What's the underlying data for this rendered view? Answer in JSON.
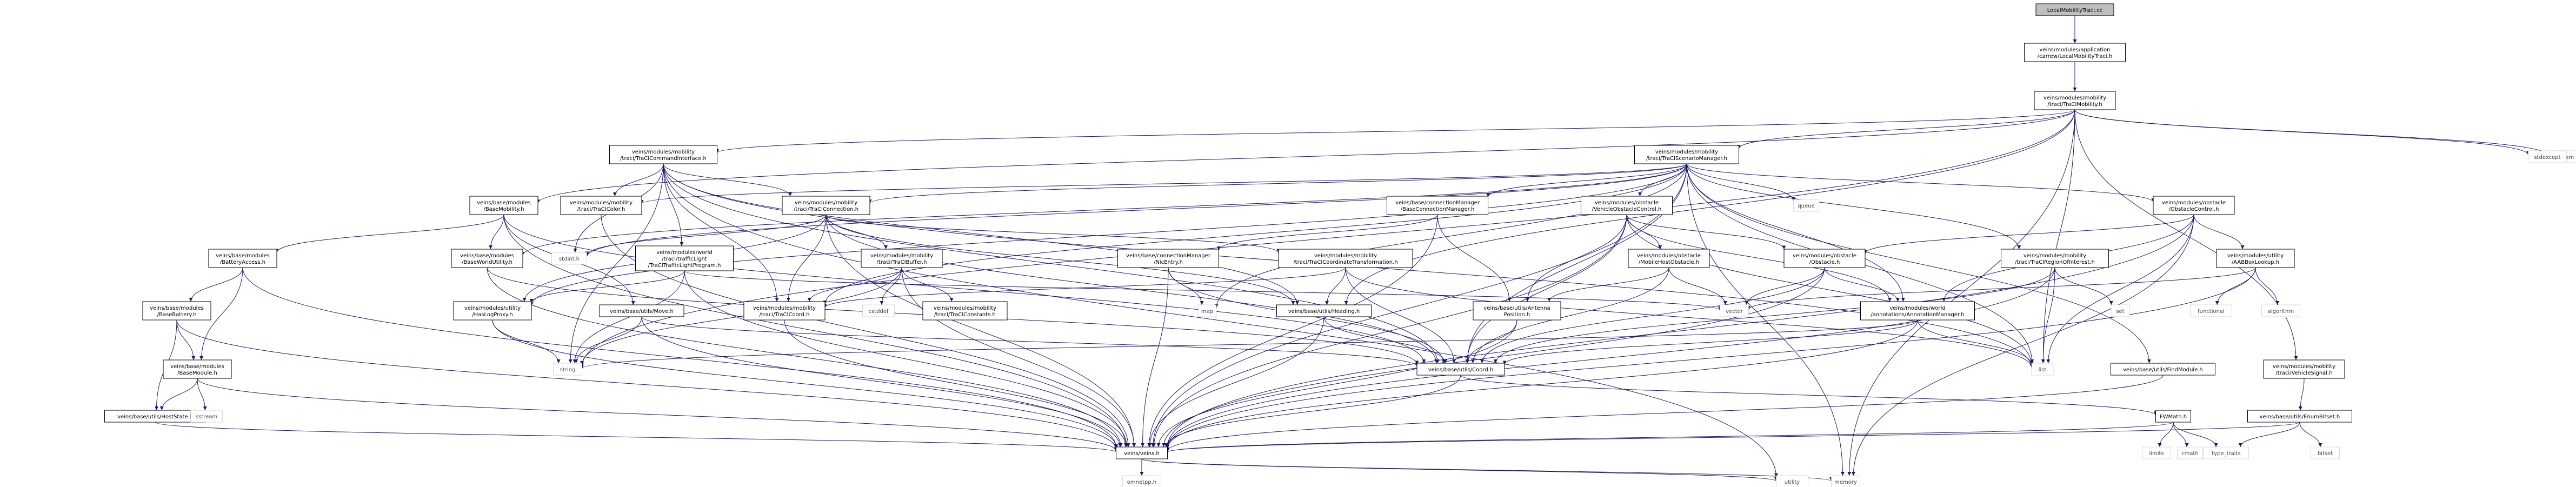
{
  "colors": {
    "edge": "#191970",
    "root_fill": "#bfbfbf",
    "node_border": "#000000",
    "std_border": "#bfbfbf"
  },
  "nodes": [
    {
      "id": "root",
      "kind": "root",
      "lines": [
        "LocalMobilityTraci.cc"
      ]
    },
    {
      "id": "lmt",
      "kind": "normal",
      "lines": [
        "veins/modules/application",
        "/carrew/LocalMobilityTraci.h"
      ]
    },
    {
      "id": "tcm",
      "kind": "normal",
      "lines": [
        "veins/modules/mobility",
        "/traci/TraCIMobility.h"
      ]
    },
    {
      "id": "tci",
      "kind": "normal",
      "lines": [
        "veins/modules/mobility",
        "/traci/TraCICommandInterface.h"
      ]
    },
    {
      "id": "tsm",
      "kind": "normal",
      "lines": [
        "veins/modules/mobility",
        "/traci/TraCIScenarioManager.h"
      ]
    },
    {
      "id": "fstream",
      "kind": "std",
      "lines": [
        "fstream"
      ]
    },
    {
      "id": "stdexcept",
      "kind": "std",
      "lines": [
        "stdexcept"
      ]
    },
    {
      "id": "bmob",
      "kind": "normal",
      "lines": [
        "veins/base/modules",
        "/BaseMobility.h"
      ]
    },
    {
      "id": "tcol",
      "kind": "normal",
      "lines": [
        "veins/modules/mobility",
        "/traci/TraCIColor.h"
      ]
    },
    {
      "id": "tcon",
      "kind": "normal",
      "lines": [
        "veins/modules/mobility",
        "/traci/TraCIConnection.h"
      ]
    },
    {
      "id": "wtl",
      "kind": "normal",
      "lines": [
        "veins/modules/world",
        "/traci/trafficLight",
        "/TraCITrafficLightProgram.h"
      ]
    },
    {
      "id": "bcm",
      "kind": "normal",
      "lines": [
        "veins/base/connectionManager",
        "/BaseConnectionManager.h"
      ]
    },
    {
      "id": "voc",
      "kind": "normal",
      "lines": [
        "veins/modules/obstacle",
        "/VehicleObstacleControl.h"
      ]
    },
    {
      "id": "queue",
      "kind": "std",
      "lines": [
        "queue"
      ]
    },
    {
      "id": "oc",
      "kind": "normal",
      "lines": [
        "veins/modules/obstacle",
        "/ObstacleControl.h"
      ]
    },
    {
      "id": "bacc",
      "kind": "normal",
      "lines": [
        "veins/base/modules",
        "/BatteryAccess.h"
      ]
    },
    {
      "id": "bwu",
      "kind": "normal",
      "lines": [
        "veins/base/modules",
        "/BaseWorldUtility.h"
      ]
    },
    {
      "id": "stdint",
      "kind": "std",
      "lines": [
        "stdint.h"
      ]
    },
    {
      "id": "tbuf",
      "kind": "normal",
      "lines": [
        "veins/modules/mobility",
        "/traci/TraCIBuffer.h"
      ]
    },
    {
      "id": "nic",
      "kind": "normal",
      "lines": [
        "veins/base/connectionManager",
        "/NicEntry.h"
      ]
    },
    {
      "id": "tct",
      "kind": "normal",
      "lines": [
        "veins/modules/mobility",
        "/traci/TraCICoordinateTransformation.h"
      ]
    },
    {
      "id": "mo",
      "kind": "normal",
      "lines": [
        "veins/modules/obstacle",
        "/MobileHostObstacle.h"
      ]
    },
    {
      "id": "obs",
      "kind": "normal",
      "lines": [
        "veins/modules/obstacle",
        "/Obstacle.h"
      ]
    },
    {
      "id": "roi",
      "kind": "normal",
      "lines": [
        "veins/modules/mobility",
        "/traci/TraCIRegionOfInterest.h"
      ]
    },
    {
      "id": "aabb",
      "kind": "normal",
      "lines": [
        "veins/modules/utility",
        "/AABBoxLookup.h"
      ]
    },
    {
      "id": "bbat",
      "kind": "normal",
      "lines": [
        "veins/base/modules",
        "/BaseBattery.h"
      ]
    },
    {
      "id": "mlp",
      "kind": "normal",
      "lines": [
        "veins/modules/utility",
        "/HasLogProxy.h"
      ]
    },
    {
      "id": "move",
      "kind": "normal",
      "lines": [
        "veins/base/utils/Move.h"
      ]
    },
    {
      "id": "tcc",
      "kind": "normal",
      "lines": [
        "veins/modules/mobility",
        "/traci/TraCICoord.h"
      ]
    },
    {
      "id": "cstddef",
      "kind": "std",
      "lines": [
        "cstddef"
      ]
    },
    {
      "id": "tconst",
      "kind": "normal",
      "lines": [
        "veins/modules/mobility",
        "/traci/TraCIConstants.h"
      ]
    },
    {
      "id": "map",
      "kind": "std",
      "lines": [
        "map"
      ]
    },
    {
      "id": "head",
      "kind": "normal",
      "lines": [
        "veins/base/utils/Heading.h"
      ]
    },
    {
      "id": "vector",
      "kind": "std",
      "lines": [
        "vector"
      ]
    },
    {
      "id": "ant",
      "kind": "normal",
      "lines": [
        "veins/base/utils/Antenna",
        "Position.h"
      ]
    },
    {
      "id": "ann",
      "kind": "normal",
      "lines": [
        "veins/modules/world",
        "/annotations/AnnotationManager.h"
      ]
    },
    {
      "id": "set",
      "kind": "std",
      "lines": [
        "set"
      ]
    },
    {
      "id": "functional",
      "kind": "std",
      "lines": [
        "functional"
      ]
    },
    {
      "id": "algorithm",
      "kind": "std",
      "lines": [
        "algorithm"
      ]
    },
    {
      "id": "bmod",
      "kind": "normal",
      "lines": [
        "veins/base/modules",
        "/BaseModule.h"
      ]
    },
    {
      "id": "string",
      "kind": "std",
      "lines": [
        "string"
      ]
    },
    {
      "id": "coord",
      "kind": "normal",
      "lines": [
        "veins/base/utils/Coord.h"
      ]
    },
    {
      "id": "list",
      "kind": "std",
      "lines": [
        "list"
      ]
    },
    {
      "id": "find",
      "kind": "normal",
      "lines": [
        "veins/base/utils/FindModule.h"
      ]
    },
    {
      "id": "vsig",
      "kind": "normal",
      "lines": [
        "veins/modules/mobility",
        "/traci/VehicleSignal.h"
      ]
    },
    {
      "id": "hstate",
      "kind": "normal",
      "lines": [
        "veins/base/utils/HostState.h"
      ]
    },
    {
      "id": "sstream",
      "kind": "std",
      "lines": [
        "sstream"
      ]
    },
    {
      "id": "fwm",
      "kind": "normal",
      "lines": [
        "FWMath.h"
      ]
    },
    {
      "id": "ebs",
      "kind": "normal",
      "lines": [
        "veins/base/utils/EnumBitset.h"
      ]
    },
    {
      "id": "limits",
      "kind": "std",
      "lines": [
        "limits"
      ]
    },
    {
      "id": "cmath",
      "kind": "std",
      "lines": [
        "cmath"
      ]
    },
    {
      "id": "ttraits",
      "kind": "std",
      "lines": [
        "type_traits"
      ]
    },
    {
      "id": "bitset",
      "kind": "std",
      "lines": [
        "bitset"
      ]
    },
    {
      "id": "veins",
      "kind": "normal",
      "lines": [
        "veins/veins.h"
      ]
    },
    {
      "id": "omnetpp",
      "kind": "std",
      "lines": [
        "omnetpp.h"
      ]
    },
    {
      "id": "utility",
      "kind": "std",
      "lines": [
        "utility"
      ]
    },
    {
      "id": "memory",
      "kind": "std",
      "lines": [
        "memory"
      ]
    }
  ],
  "edges": [
    [
      "root",
      "lmt"
    ],
    [
      "lmt",
      "tcm"
    ],
    [
      "tcm",
      "tci"
    ],
    [
      "tcm",
      "tsm"
    ],
    [
      "tcm",
      "fstream"
    ],
    [
      "tcm",
      "stdexcept"
    ],
    [
      "tcm",
      "bmob"
    ],
    [
      "tcm",
      "vsig"
    ],
    [
      "tcm",
      "string"
    ],
    [
      "tcm",
      "list"
    ],
    [
      "tcm",
      "head"
    ],
    [
      "tcm",
      "memory"
    ],
    [
      "tci",
      "tcol"
    ],
    [
      "tci",
      "tcon"
    ],
    [
      "tci",
      "wtl"
    ],
    [
      "tci",
      "stdint"
    ],
    [
      "tci",
      "coord"
    ],
    [
      "tci",
      "head"
    ],
    [
      "tci",
      "tcc"
    ],
    [
      "tci",
      "list"
    ],
    [
      "tci",
      "string"
    ],
    [
      "tci",
      "utility"
    ],
    [
      "tsm",
      "queue"
    ],
    [
      "tsm",
      "bcm"
    ],
    [
      "tsm",
      "voc"
    ],
    [
      "tsm",
      "oc"
    ],
    [
      "tsm",
      "roi"
    ],
    [
      "tsm",
      "ann"
    ],
    [
      "tsm",
      "tcc"
    ],
    [
      "tsm",
      "tcon"
    ],
    [
      "tsm",
      "tcol"
    ],
    [
      "tsm",
      "bwu"
    ],
    [
      "tsm",
      "mlp"
    ],
    [
      "tsm",
      "stdint"
    ],
    [
      "tsm",
      "map"
    ],
    [
      "tsm",
      "list"
    ],
    [
      "tsm",
      "veins"
    ],
    [
      "tsm",
      "memory"
    ],
    [
      "tsm",
      "find"
    ],
    [
      "tsm",
      "coord"
    ],
    [
      "bmob",
      "bacc"
    ],
    [
      "bmob",
      "bwu"
    ],
    [
      "bmob",
      "move"
    ],
    [
      "bmob",
      "coord"
    ],
    [
      "bmob",
      "veins"
    ],
    [
      "tcol",
      "veins"
    ],
    [
      "tcon",
      "tbuf"
    ],
    [
      "tcon",
      "tct"
    ],
    [
      "tcon",
      "tcc"
    ],
    [
      "tcon",
      "mlp"
    ],
    [
      "tcon",
      "head"
    ],
    [
      "tcon",
      "coord"
    ],
    [
      "tcon",
      "veins"
    ],
    [
      "tcon",
      "stdint"
    ],
    [
      "wtl",
      "mlp"
    ],
    [
      "wtl",
      "vector"
    ],
    [
      "wtl",
      "veins"
    ],
    [
      "wtl",
      "string"
    ],
    [
      "bcm",
      "nic"
    ],
    [
      "bcm",
      "ant"
    ],
    [
      "bcm",
      "veins"
    ],
    [
      "voc",
      "mo"
    ],
    [
      "voc",
      "obs"
    ],
    [
      "voc",
      "ant"
    ],
    [
      "voc",
      "ann"
    ],
    [
      "voc",
      "coord"
    ],
    [
      "voc",
      "list"
    ],
    [
      "voc",
      "veins"
    ],
    [
      "oc",
      "obs"
    ],
    [
      "oc",
      "aabb"
    ],
    [
      "oc",
      "ann"
    ],
    [
      "oc",
      "list"
    ],
    [
      "oc",
      "veins"
    ],
    [
      "oc",
      "memory"
    ],
    [
      "bacc",
      "bbat"
    ],
    [
      "bacc",
      "bmod"
    ],
    [
      "bacc",
      "veins"
    ],
    [
      "bwu",
      "coord"
    ],
    [
      "bwu",
      "veins"
    ],
    [
      "tbuf",
      "tcc"
    ],
    [
      "tbuf",
      "cstddef"
    ],
    [
      "tbuf",
      "tconst"
    ],
    [
      "tbuf",
      "veins"
    ],
    [
      "tbuf",
      "string"
    ],
    [
      "nic",
      "map"
    ],
    [
      "nic",
      "coord"
    ],
    [
      "nic",
      "veins"
    ],
    [
      "tct",
      "tcc"
    ],
    [
      "tct",
      "head"
    ],
    [
      "tct",
      "coord"
    ],
    [
      "tct",
      "list"
    ],
    [
      "mo",
      "ant"
    ],
    [
      "mo",
      "vector"
    ],
    [
      "mo",
      "coord"
    ],
    [
      "obs",
      "ann"
    ],
    [
      "obs",
      "vector"
    ],
    [
      "obs",
      "coord"
    ],
    [
      "obs",
      "veins"
    ],
    [
      "roi",
      "coord"
    ],
    [
      "roi",
      "set"
    ],
    [
      "roi",
      "list"
    ],
    [
      "roi",
      "veins"
    ],
    [
      "aabb",
      "functional"
    ],
    [
      "aabb",
      "algorithm"
    ],
    [
      "aabb",
      "vector"
    ],
    [
      "aabb",
      "veins"
    ],
    [
      "bbat",
      "bmod"
    ],
    [
      "bbat",
      "hstate"
    ],
    [
      "bbat",
      "veins"
    ],
    [
      "mlp",
      "string"
    ],
    [
      "mlp",
      "veins"
    ],
    [
      "move",
      "coord"
    ],
    [
      "move",
      "string"
    ],
    [
      "move",
      "veins"
    ],
    [
      "tcc",
      "veins"
    ],
    [
      "head",
      "coord"
    ],
    [
      "head",
      "veins"
    ],
    [
      "ant",
      "coord"
    ],
    [
      "ant",
      "veins"
    ],
    [
      "ann",
      "coord"
    ],
    [
      "ann",
      "list"
    ],
    [
      "ann",
      "string"
    ],
    [
      "ann",
      "veins"
    ],
    [
      "bmod",
      "hstate"
    ],
    [
      "bmod",
      "sstream"
    ],
    [
      "bmod",
      "veins"
    ],
    [
      "coord",
      "fwm"
    ],
    [
      "coord",
      "veins"
    ],
    [
      "find",
      "veins"
    ],
    [
      "vsig",
      "ebs"
    ],
    [
      "hstate",
      "veins"
    ],
    [
      "fwm",
      "limits"
    ],
    [
      "fwm",
      "cmath"
    ],
    [
      "fwm",
      "ttraits"
    ],
    [
      "fwm",
      "veins"
    ],
    [
      "ebs",
      "ttraits"
    ],
    [
      "ebs",
      "bitset"
    ],
    [
      "ebs",
      "veins"
    ],
    [
      "veins",
      "omnetpp"
    ],
    [
      "veins",
      "utility"
    ],
    [
      "veins",
      "memory"
    ]
  ]
}
